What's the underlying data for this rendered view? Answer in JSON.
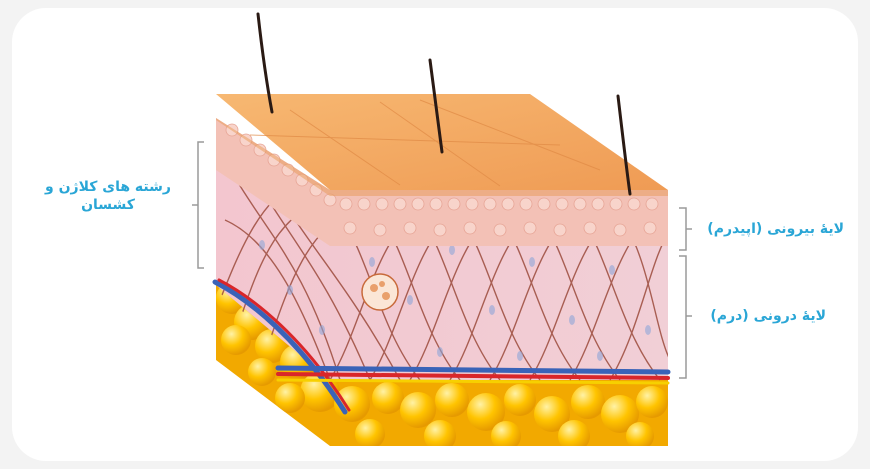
{
  "labels": {
    "collagen": [
      "رشته های کلاژن و",
      "کشسان"
    ],
    "epidermis": "لایهٔ بیرونی (اپیدرم)",
    "dermis": "لایهٔ درونی (درم)"
  },
  "colors": {
    "label": "#2aa6d6",
    "bracket": "#9a9a9a",
    "skin_top": "#f2a35f",
    "epidermis": "#f3c1b6",
    "dermis": "#f6d8dd",
    "fat": "#f5b400",
    "hair": "#2a1a14",
    "artery": "#d9262a",
    "vein": "#3a63b8",
    "fiber": "#9c4b3c"
  }
}
